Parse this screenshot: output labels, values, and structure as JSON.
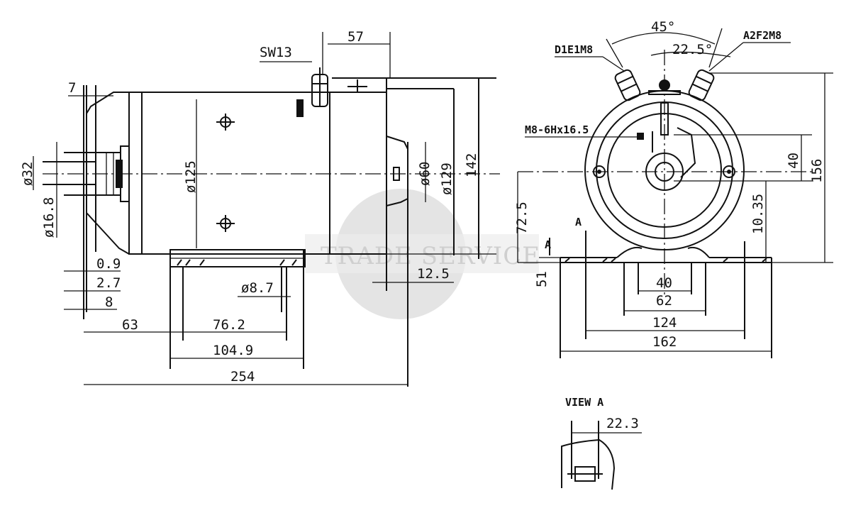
{
  "watermark": "TRADE SERVICE",
  "side_view": {
    "dims": {
      "d57": "57",
      "sw13": "SW13",
      "d7": "7",
      "d32": "ø32",
      "d16_8": "ø16.8",
      "d125": "ø125",
      "d60": "ø60",
      "d129": "ø129",
      "d142": "142",
      "d0_9": "0.9",
      "d2_7": "2.7",
      "d8": "8",
      "d8_7": "ø8.7",
      "d12_5": "12.5",
      "d63": "63",
      "d76_2": "76.2",
      "d104_9": "104.9",
      "d254": "254"
    },
    "view_marker": "A"
  },
  "end_view": {
    "terminal_left": "D1E1M8",
    "terminal_right": "A2F2M8",
    "thread": "M8-6Hx16.5",
    "dims": {
      "angle45": "45°",
      "angle22_5": "22.5°",
      "d40v": "40",
      "d156": "156",
      "d10_35": "10.35",
      "d72_5": "72.5",
      "d51": "51",
      "d40h": "40",
      "d62": "62",
      "d124": "124",
      "d162": "162"
    },
    "view_marker": "A"
  },
  "detail_view": {
    "title": "VIEW A",
    "dim": "22.3"
  }
}
